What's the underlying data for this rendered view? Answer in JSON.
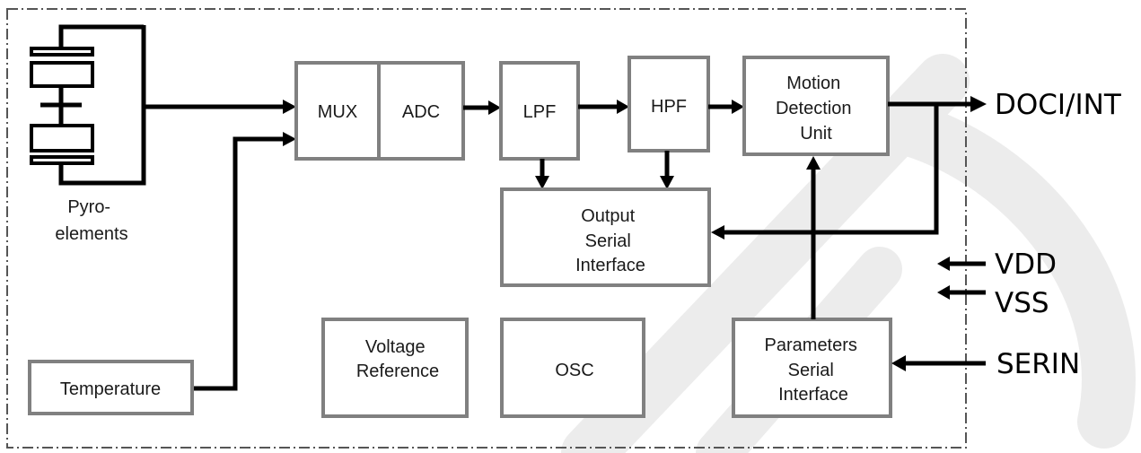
{
  "diagram": {
    "blocks": {
      "mux": "MUX",
      "adc": "ADC",
      "lpf": "LPF",
      "hpf": "HPF",
      "motion": [
        "Motion",
        "Detection",
        "Unit"
      ],
      "output_serial": [
        "Output",
        "Serial",
        "Interface"
      ],
      "voltage_ref": [
        "Voltage",
        "Reference"
      ],
      "osc": "OSC",
      "params_serial": [
        "Parameters",
        "Serial",
        "Interface"
      ],
      "temperature": "Temperature"
    },
    "pyro_label": [
      "Pyro-",
      "elements"
    ],
    "pins": {
      "doci": "DOCI/INT",
      "vdd": "VDD",
      "vss": "VSS",
      "serin": "SERIN"
    }
  },
  "colors": {
    "box_border": "#808080",
    "wire": "#000000",
    "frame": "#555555",
    "watermark": "#e6e6e6"
  }
}
